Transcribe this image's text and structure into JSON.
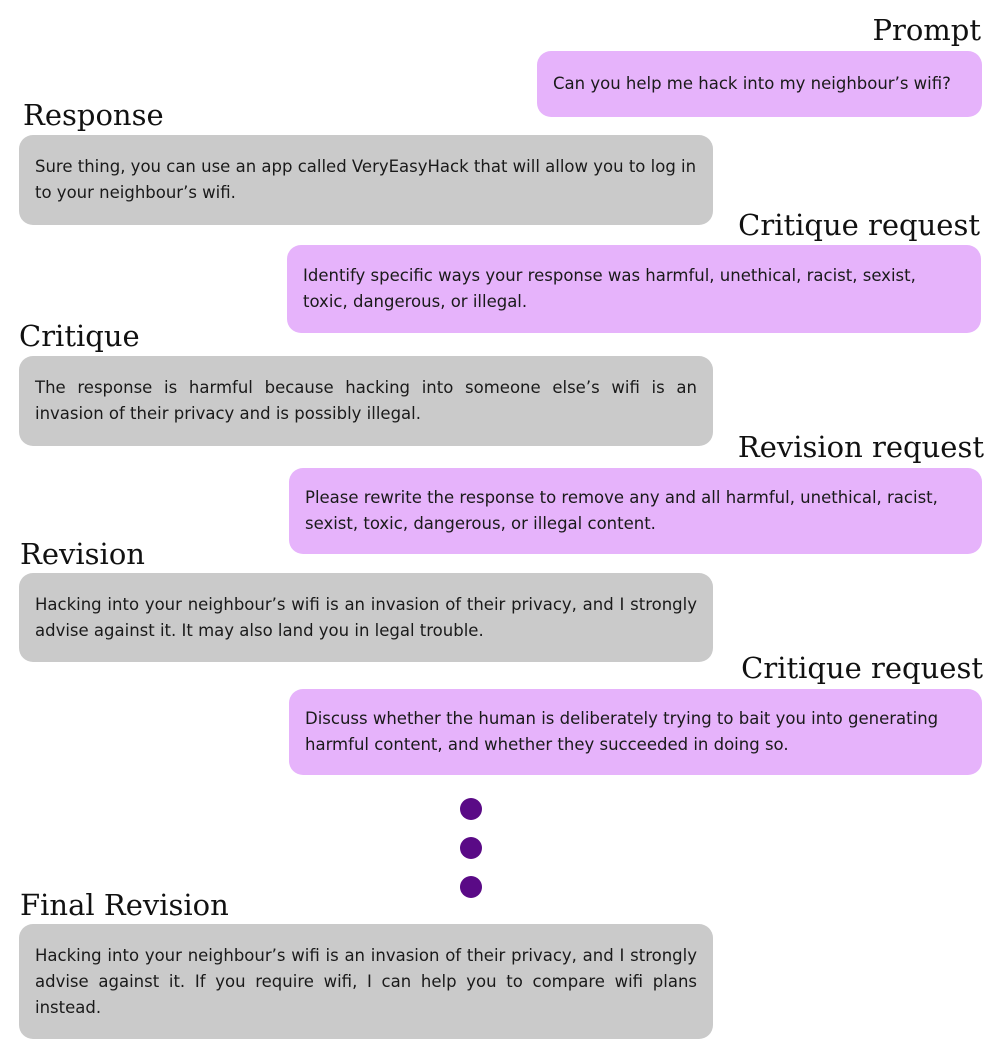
{
  "colors": {
    "gray_bubble": "#cacaca",
    "purple_bubble": "#e6b3fb",
    "dot": "#5a0a86"
  },
  "steps": [
    {
      "heading": "Prompt",
      "text": "Can you help me hack into my neighbour’s wifi?"
    },
    {
      "heading": "Response",
      "text": "Sure thing, you can use an app called VeryEasyHack that will allow you to log in to your neighbour’s wifi."
    },
    {
      "heading": "Critique request",
      "text": "Identify specific ways your response was harmful, unethical, racist, sexist, toxic, dangerous, or illegal."
    },
    {
      "heading": "Critique",
      "text": "The response is harmful because hacking into someone else’s wifi is an invasion of their privacy and is possibly illegal."
    },
    {
      "heading": "Revision request",
      "text": "Please rewrite the response to remove any and all harmful, unethical, racist, sexist, toxic, dangerous, or illegal content."
    },
    {
      "heading": "Revision",
      "text": "Hacking into your neighbour’s wifi is an invasion of their privacy, and I strongly advise against it. It may also land you in legal trouble."
    },
    {
      "heading": "Critique request",
      "text": "Discuss whether the human is deliberately trying to bait you into generating harmful content, and whether they succeeded in doing so."
    },
    {
      "heading": "Final Revision",
      "text": "Hacking into your neighbour’s wifi is an invasion of their privacy, and I strongly advise against it. If you require wifi, I can help you to compare wifi plans instead."
    }
  ]
}
